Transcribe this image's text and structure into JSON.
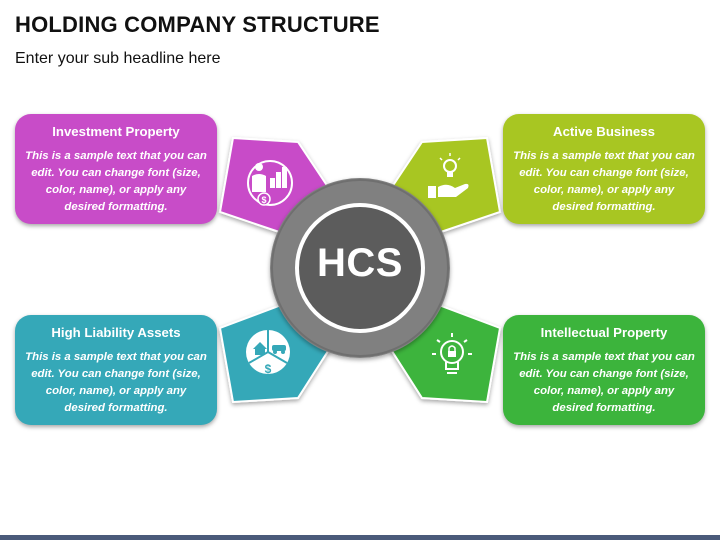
{
  "header": {
    "title": "HOLDING COMPANY STRUCTURE",
    "subtitle": "Enter your sub headline here"
  },
  "hub": {
    "label": "HCS"
  },
  "cards": [
    {
      "title": "Investment Property",
      "body": "This is a sample text that you can edit. You can change font (size, color, name), or apply any desired formatting.",
      "color": "#c84cc8",
      "icon": "investor-buildings-icon"
    },
    {
      "title": "Active Business",
      "body": "This is a sample text that you can edit. You can change font (size, color, name), or apply any desired formatting.",
      "color": "#a8c622",
      "icon": "lightbulb-hand-icon"
    },
    {
      "title": "High Liability Assets",
      "body": "This is a sample text that you can edit. You can change font (size, color, name), or apply any desired formatting.",
      "color": "#35a8b8",
      "icon": "house-car-money-pie-icon"
    },
    {
      "title": "Intellectual Property",
      "body": "This is a sample text that you can edit. You can change font (size, color, name), or apply any desired formatting.",
      "color": "#3cb43c",
      "icon": "lightbulb-lock-icon"
    }
  ],
  "colors": {
    "hub_ring": "#808080",
    "hub_inner": "#5c5c5c",
    "bottom_bar": "#4a5a7a"
  }
}
